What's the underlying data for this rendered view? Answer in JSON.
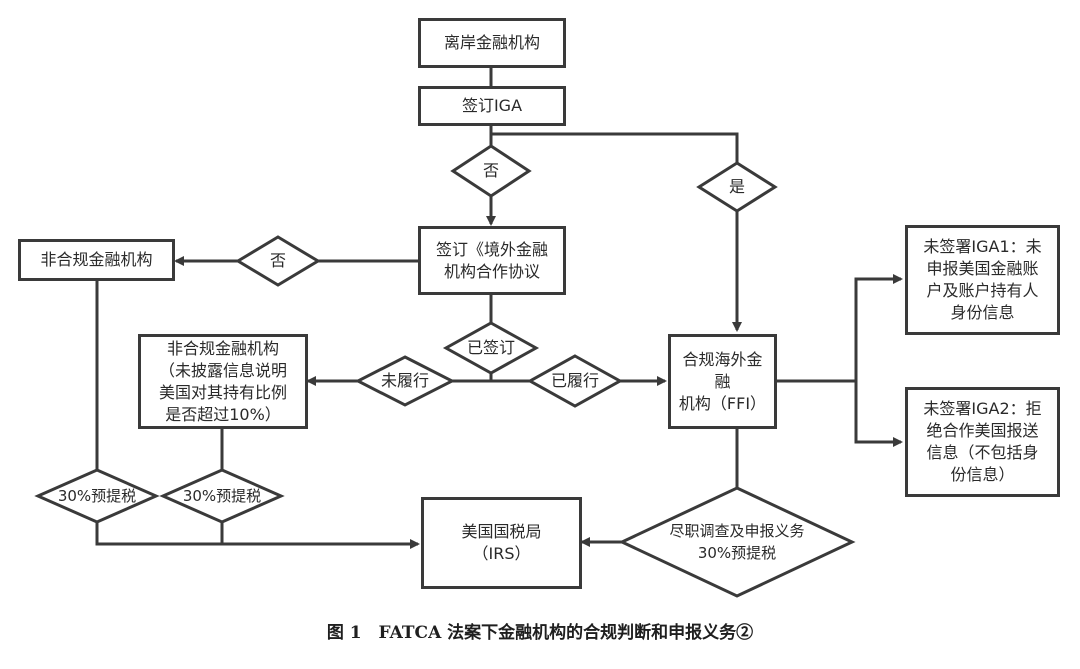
{
  "nodes": {
    "offshore": "离岸金融机构",
    "sign_iga": "签订IGA",
    "sign_ffi_agreement": "签订《境外金融\n机构合作协议",
    "noncompliant_top": "非合规金融机构",
    "noncompliant_mid": "非合规金融机构\n（未披露信息说明\n美国对其持有比例\n是否超过10%）",
    "compliant_ffi": "合规海外金融\n机构（FFI）",
    "no_iga1": "未签署IGA1：未\n申报美国金融账\n户及账户持有人\n身份信息",
    "no_iga2": "未签署IGA2：拒\n绝合作美国报送\n信息（不包括身\n份信息）",
    "irs": "美国国税局\n（IRS）"
  },
  "decisions": {
    "no1": "否",
    "yes1": "是",
    "no2": "否",
    "signed": "已签订",
    "not_performed": "未履行",
    "performed": "已履行",
    "withhold1": "30%预提税",
    "withhold2": "30%预提税",
    "due_diligence": "尽职调查及申报义务\n30%预提税"
  },
  "caption": "图 1　FATCA 法案下金融机构的合规判断和申报义务②"
}
